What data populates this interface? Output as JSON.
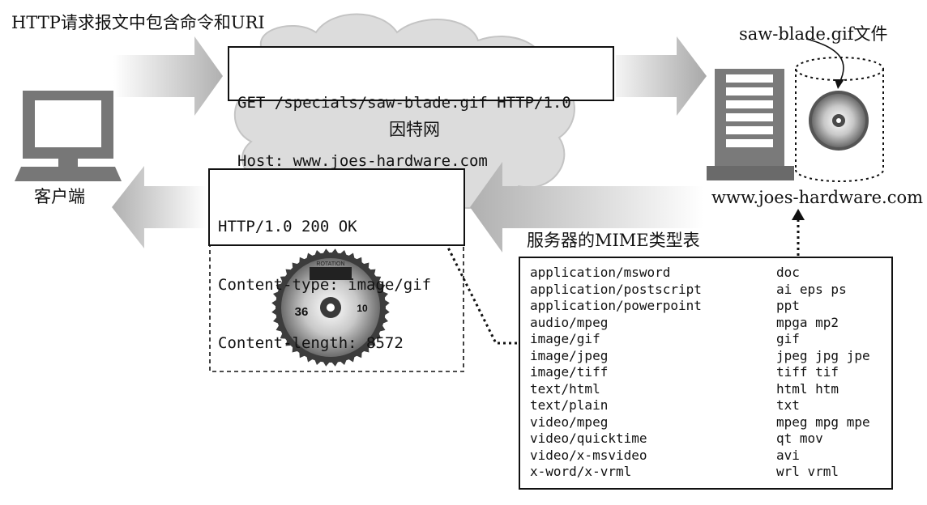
{
  "labels": {
    "request_heading": "HTTP请求报文中包含命令和URI",
    "file_label": "saw-blade.gif文件",
    "internet": "因特网",
    "client": "客户端",
    "server_host": "www.joes-hardware.com",
    "mime_table_title": "服务器的MIME类型表"
  },
  "request": {
    "lines": [
      "GET /specials/saw-blade.gif HTTP/1.0",
      "Host: www.joes-hardware.com"
    ]
  },
  "response": {
    "lines": [
      "HTTP/1.0 200 OK",
      "Content-type: image/gif",
      "Content-length: 8572"
    ]
  },
  "saw_blade": {
    "top_text": "ROTATION",
    "left_number": "36",
    "right_number": "10"
  },
  "mime_table": {
    "rows": [
      {
        "type": "application/msword",
        "ext": "doc"
      },
      {
        "type": "application/postscript",
        "ext": "ai eps ps"
      },
      {
        "type": "application/powerpoint",
        "ext": "ppt"
      },
      {
        "type": "audio/mpeg",
        "ext": "mpga mp2"
      },
      {
        "type": "image/gif",
        "ext": "gif"
      },
      {
        "type": "image/jpeg",
        "ext": "jpeg jpg jpe"
      },
      {
        "type": "image/tiff",
        "ext": "tiff tif"
      },
      {
        "type": "text/html",
        "ext": "html htm"
      },
      {
        "type": "text/plain",
        "ext": "txt"
      },
      {
        "type": "video/mpeg",
        "ext": "mpeg mpg mpe"
      },
      {
        "type": "video/quicktime",
        "ext": "qt mov"
      },
      {
        "type": "video/x-msvideo",
        "ext": "avi"
      },
      {
        "type": "x-word/x-vrml",
        "ext": "wrl vrml"
      }
    ]
  },
  "colors": {
    "cloud_fill": "#dcdcdc",
    "arrow_gray": "#b8b8b8",
    "icon_gray": "#777777"
  }
}
